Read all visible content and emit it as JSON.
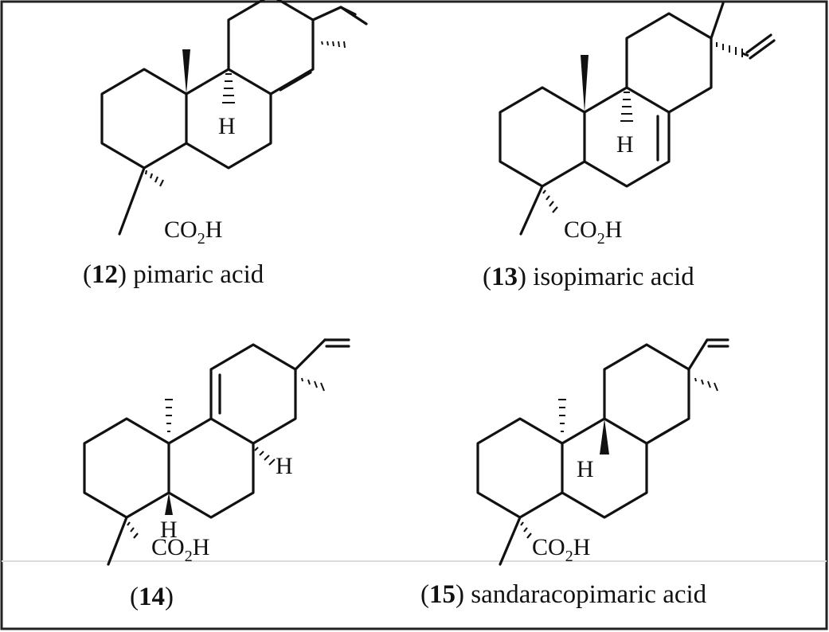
{
  "compounds": [
    {
      "number": "12",
      "name": "pimaric acid",
      "atoms": {
        "h": "H",
        "acid_prefix": "CO",
        "acid_sub": "2",
        "acid_suffix": "H"
      }
    },
    {
      "number": "13",
      "name": "isopimaric acid",
      "atoms": {
        "h": "H",
        "acid_prefix": "CO",
        "acid_sub": "2",
        "acid_suffix": "H"
      }
    },
    {
      "number": "14",
      "name": "",
      "atoms": {
        "h_ring": "H",
        "h_side": "H",
        "acid_prefix": "CO",
        "acid_sub": "2",
        "acid_suffix": "H"
      }
    },
    {
      "number": "15",
      "name": "sandaracopimaric acid",
      "atoms": {
        "h": "H",
        "acid_prefix": "CO",
        "acid_sub": "2",
        "acid_suffix": "H"
      }
    }
  ],
  "colors": {
    "ink": "#111111",
    "border": "#222222",
    "background": "#ffffff"
  }
}
